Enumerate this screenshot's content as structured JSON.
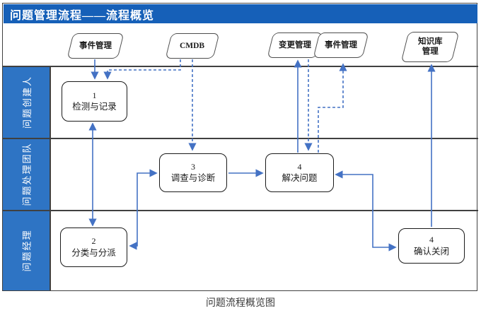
{
  "title": "问题管理流程——流程概览",
  "caption": "问题流程概览图",
  "colors": {
    "title_bar_bg": "#1660b8",
    "lane_label_bg": "#2e74c4",
    "connector_blue": "#4472c4",
    "box_border": "#1a1a1a"
  },
  "external_systems": [
    {
      "label": "事件管理"
    },
    {
      "label": "CMDB"
    },
    {
      "label": "变更管理"
    },
    {
      "label": "事件管理"
    },
    {
      "label": "知识库\n管理"
    }
  ],
  "lanes": [
    {
      "label": "问题创建人"
    },
    {
      "label": "问题处理团队"
    },
    {
      "label": "问题经理"
    }
  ],
  "steps": [
    {
      "number": "1",
      "label": "检测与记录"
    },
    {
      "number": "2",
      "label": "分类与分派"
    },
    {
      "number": "3",
      "label": "调查与诊断"
    },
    {
      "number": "4",
      "label": "解决问题"
    },
    {
      "number": "4",
      "label": "确认关闭"
    }
  ],
  "connectors": [
    {
      "from": "事件管理(左)",
      "to": "1 检测与记录",
      "style": "solid",
      "arrows": "end"
    },
    {
      "from": "1 检测与记录",
      "to": "2 分类与分派",
      "style": "solid",
      "arrows": "both"
    },
    {
      "from": "2 分类与分派",
      "to": "3 调查与诊断",
      "style": "solid",
      "arrows": "both"
    },
    {
      "from": "3 调查与诊断",
      "to": "4 解决问题",
      "style": "solid",
      "arrows": "end"
    },
    {
      "from": "4 解决问题",
      "to": "变更管理",
      "style": "solid",
      "arrows": "end"
    },
    {
      "from": "4 解决问题",
      "to": "4 确认关闭",
      "style": "solid",
      "arrows": "both"
    },
    {
      "from": "4 确认关闭",
      "to": "知识库管理",
      "style": "solid",
      "arrows": "end"
    },
    {
      "from": "CMDB",
      "to": "1 检测与记录",
      "style": "dashed",
      "arrows": "end"
    },
    {
      "from": "CMDB",
      "to": "3 调查与诊断",
      "style": "dashed",
      "arrows": "end"
    },
    {
      "from": "变更管理",
      "to": "4 解决问题",
      "style": "dashed",
      "arrows": "end"
    },
    {
      "from": "4 解决问题",
      "to": "事件管理(右)",
      "style": "dashed",
      "arrows": "end"
    }
  ]
}
